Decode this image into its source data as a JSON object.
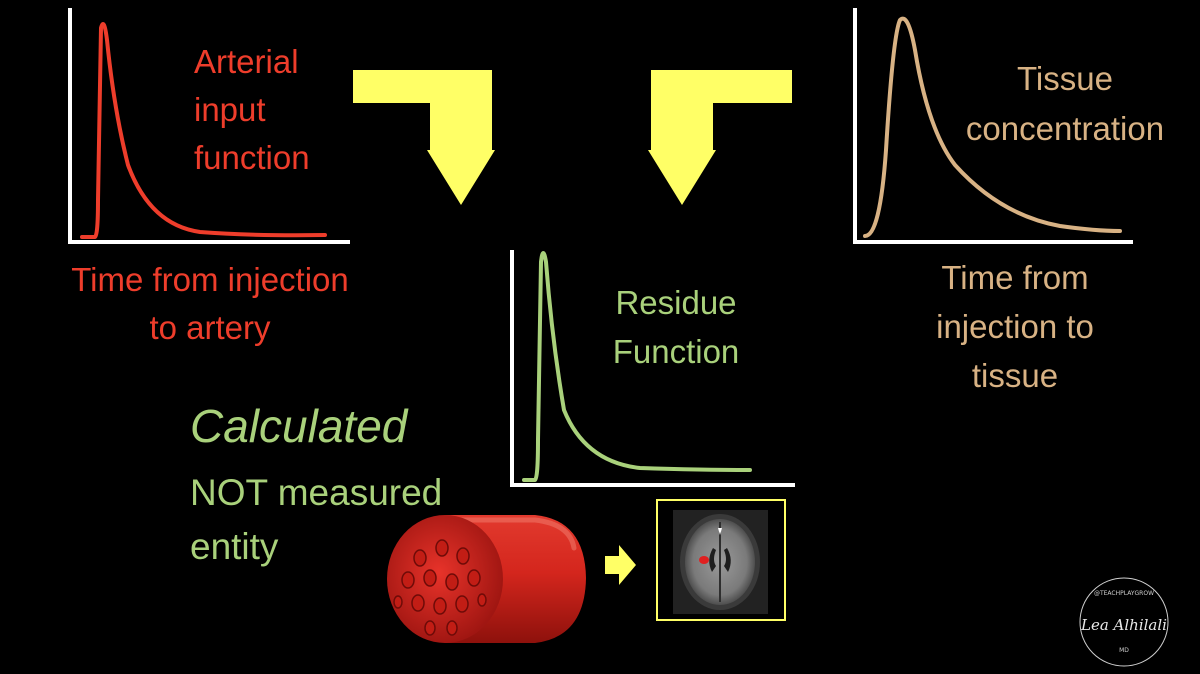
{
  "colors": {
    "background": "#000000",
    "arterial": "#ee3d2b",
    "tissue": "#d8b284",
    "residue": "#a9d17b",
    "arrow": "#ffff66",
    "axis": "#ffffff",
    "frame": "#ffff66"
  },
  "arterial": {
    "title_lines": [
      "Arterial",
      "input",
      "function"
    ],
    "axis_lines": [
      "Time from injection",
      "to artery"
    ]
  },
  "tissue": {
    "title_lines": [
      "Tissue",
      "concentration"
    ],
    "axis_lines": [
      "Time from",
      "injection to",
      "tissue"
    ]
  },
  "residue": {
    "title_lines": [
      "Residue",
      "Function"
    ]
  },
  "note": {
    "emphasis": "Calculated",
    "lines": [
      "NOT measured",
      "entity"
    ]
  },
  "icons": {
    "arrow_left": "bent-down-arrow-icon",
    "arrow_right": "bent-down-arrow-icon",
    "vessel": "blood-vessel-icon",
    "small_arrow": "right-arrow-icon",
    "brain_scan": "brain-mri-icon",
    "signature": "signature-logo"
  },
  "signature": {
    "text": "Lea Alhilali",
    "ring_text": "@TEACHPLAYGROW",
    "suffix": "MD"
  }
}
